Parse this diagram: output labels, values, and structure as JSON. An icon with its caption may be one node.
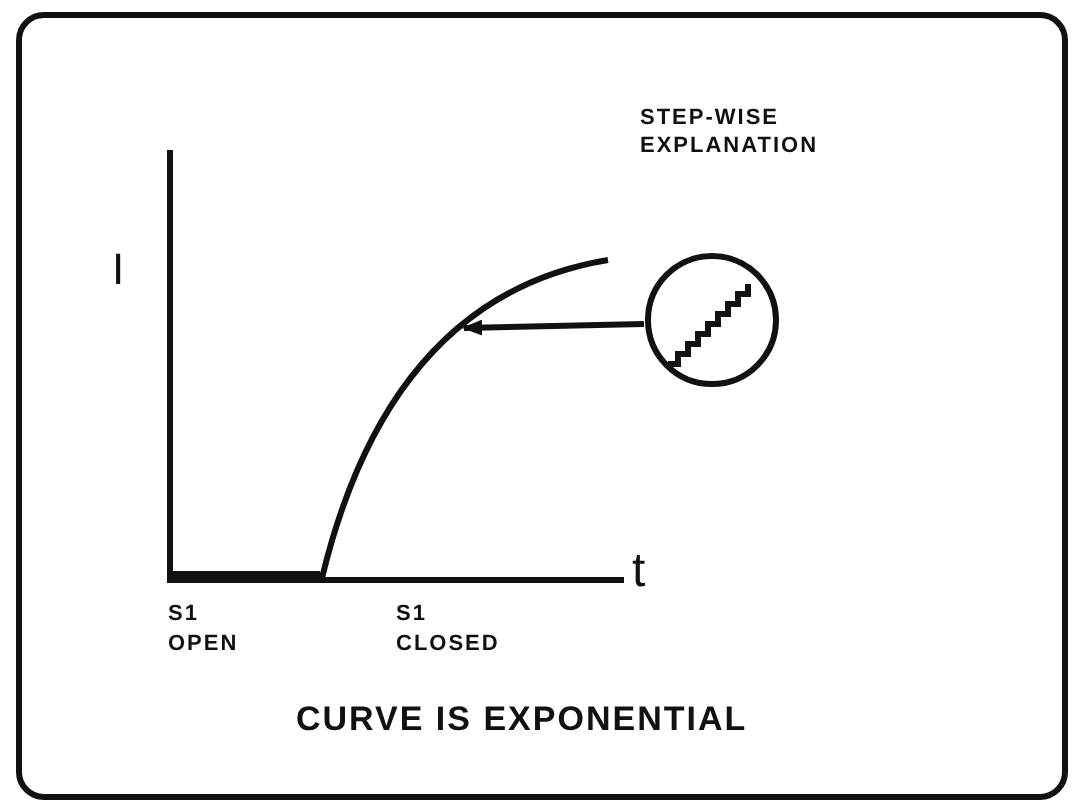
{
  "diagram": {
    "caption": "CURVE IS EXPONENTIAL",
    "nodes": [
      {
        "text": [
          "STEP-WISE EXPLANATION"
        ]
      },
      {
        "text": [],
        "shape": "picture"
      }
    ],
    "edges": [
      {
        "from": 0,
        "to": 1,
        "arrow": "to"
      }
    ],
    "labels": [
      "I",
      "t",
      "S1 OPEN",
      "S1 CLOSED"
    ]
  }
}
